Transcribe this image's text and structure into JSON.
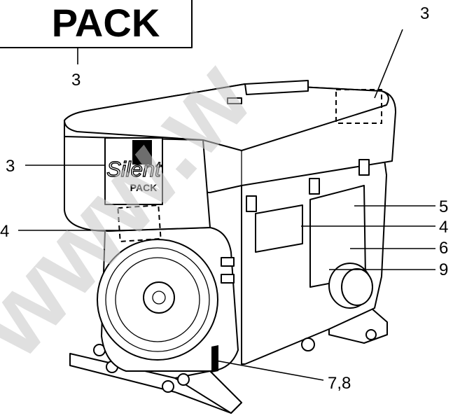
{
  "logo_pack_text": "PACK",
  "logo_silent_text": "Silent",
  "logo_small_pack_text": "PACK",
  "watermark_text": "www.w",
  "callouts": {
    "c1": "3",
    "c2": "3",
    "c3": "3",
    "c4": "4",
    "c5": "5",
    "c6": "4",
    "c7": "6",
    "c8": "9",
    "c9": "7,8"
  },
  "colors": {
    "line": "#000000",
    "paper": "#ffffff",
    "watermark": "#c8c8c8"
  }
}
